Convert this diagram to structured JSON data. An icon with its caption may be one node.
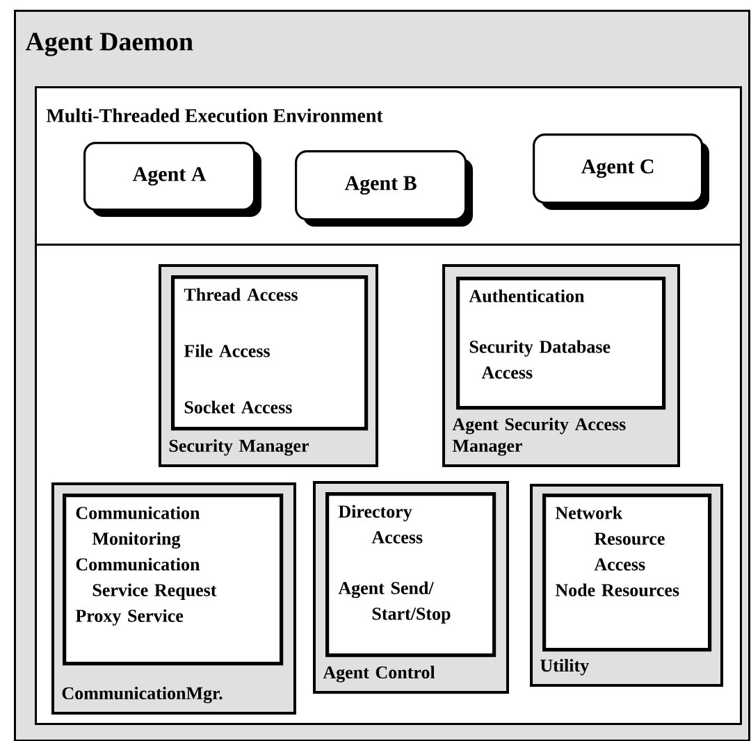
{
  "diagram": {
    "nodes": [
      {
        "text": [
          "Agent Daemon"
        ]
      },
      {
        "text": [
          "Multi-Threaded Execution Environment"
        ],
        "in": 0
      },
      {
        "text": [
          "Agent A"
        ],
        "in": 1
      },
      {
        "text": [
          "Agent B"
        ],
        "in": 1
      },
      {
        "text": [
          "Agent C"
        ],
        "in": 1
      },
      {
        "text": [
          "Security Manager"
        ],
        "in": 1
      },
      {
        "text": [
          "Thread Access",
          "File Access",
          "Socket Access"
        ],
        "in": 5
      },
      {
        "text": [
          "Agent Security Access Manager"
        ],
        "in": 1
      },
      {
        "text": [
          "Authentication",
          "Security Database Access"
        ],
        "in": 7
      },
      {
        "text": [
          "CommunicationMgr."
        ],
        "in": 1
      },
      {
        "text": [
          "Communication Monitoring",
          "Communication Service Request",
          "Proxy Service"
        ],
        "in": 9
      },
      {
        "text": [
          "Agent Control"
        ],
        "in": 1
      },
      {
        "text": [
          "Directory Access",
          "Agent Send/ Start/Stop"
        ],
        "in": 11
      },
      {
        "text": [
          "Utility"
        ],
        "in": 1
      },
      {
        "text": [
          "Network Resource Access",
          "Node Resources"
        ],
        "in": 13
      }
    ]
  }
}
